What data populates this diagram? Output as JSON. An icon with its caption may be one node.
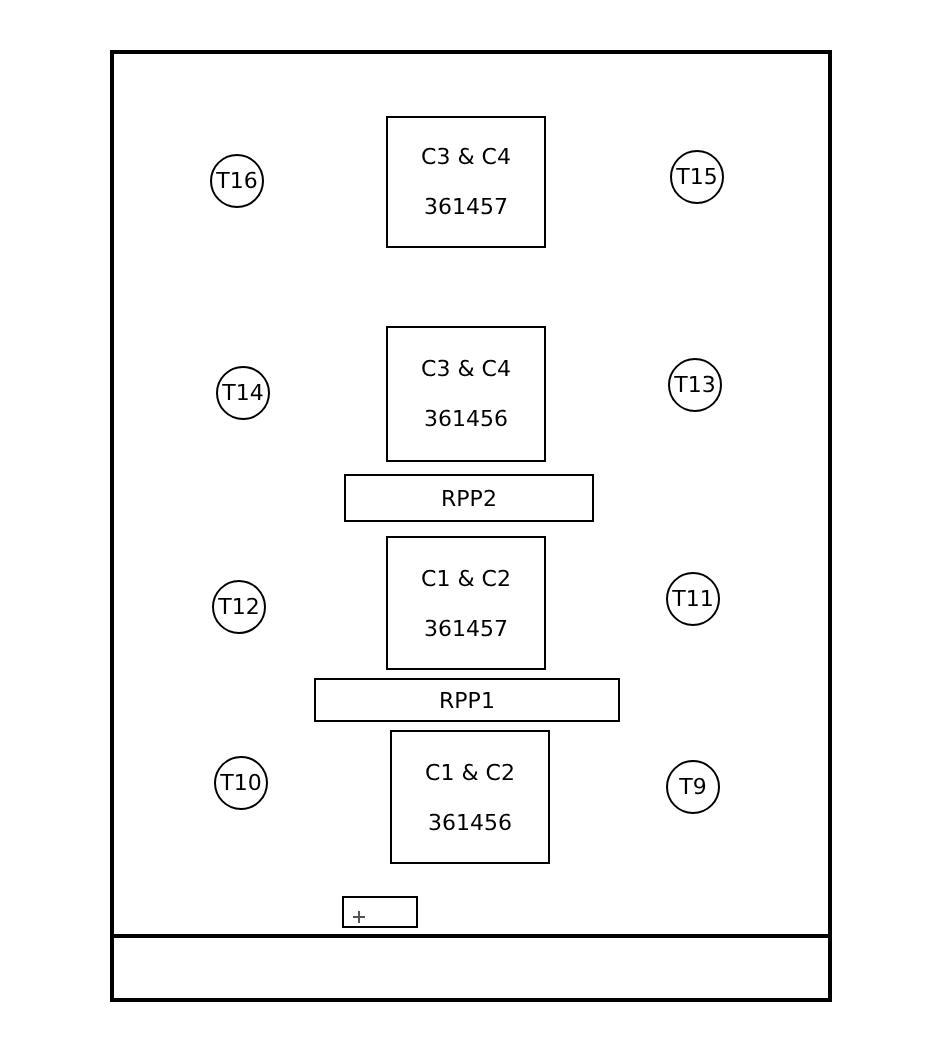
{
  "diagram": {
    "nodes": [
      {
        "text": [
          "T16"
        ]
      },
      {
        "text": [
          "C3 & C4",
          "361457"
        ]
      },
      {
        "text": [
          "T15"
        ]
      },
      {
        "text": [
          "T14"
        ]
      },
      {
        "text": [
          "C3 & C4",
          "361456"
        ]
      },
      {
        "text": [
          "T13"
        ]
      },
      {
        "text": [
          "RPP2"
        ]
      },
      {
        "text": [
          "T12"
        ]
      },
      {
        "text": [
          "C1 & C2",
          "361457"
        ]
      },
      {
        "text": [
          "T11"
        ]
      },
      {
        "text": [
          "RPP1"
        ]
      },
      {
        "text": [
          "T10"
        ]
      },
      {
        "text": [
          "C1 & C2",
          "361456"
        ]
      },
      {
        "text": [
          "T9"
        ]
      },
      {
        "text": [],
        "shape": "box"
      }
    ]
  }
}
